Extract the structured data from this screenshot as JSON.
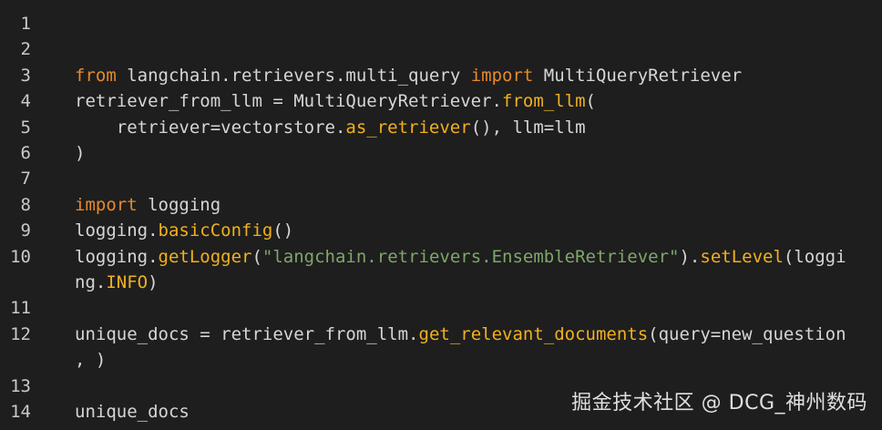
{
  "colors": {
    "background": "#1e1e1e",
    "keyword": "#e58a2e",
    "function": "#f2b01e",
    "string": "#7fa66a",
    "text": "#d6d6d6"
  },
  "lines": [
    {
      "num": "1",
      "tokens": []
    },
    {
      "num": "2",
      "tokens": []
    },
    {
      "num": "3",
      "tokens": [
        {
          "t": "from",
          "k": "kw"
        },
        {
          "t": " langchain.retrievers.multi_query ",
          "k": "plain"
        },
        {
          "t": "import",
          "k": "kw"
        },
        {
          "t": " MultiQueryRetriever",
          "k": "plain"
        }
      ]
    },
    {
      "num": "4",
      "tokens": [
        {
          "t": "retriever_from_llm = MultiQueryRetriever.",
          "k": "plain"
        },
        {
          "t": "from_llm",
          "k": "fn"
        },
        {
          "t": "(",
          "k": "plain"
        }
      ]
    },
    {
      "num": "5",
      "tokens": [
        {
          "t": "    retriever=vectorstore.",
          "k": "plain"
        },
        {
          "t": "as_retriever",
          "k": "fn"
        },
        {
          "t": "(), llm=llm",
          "k": "plain"
        }
      ]
    },
    {
      "num": "6",
      "tokens": [
        {
          "t": ")",
          "k": "plain"
        }
      ]
    },
    {
      "num": "7",
      "tokens": []
    },
    {
      "num": "8",
      "tokens": [
        {
          "t": "import",
          "k": "kw"
        },
        {
          "t": " logging",
          "k": "plain"
        }
      ]
    },
    {
      "num": "9",
      "tokens": [
        {
          "t": "logging.",
          "k": "plain"
        },
        {
          "t": "basicConfig",
          "k": "fn"
        },
        {
          "t": "()",
          "k": "plain"
        }
      ]
    },
    {
      "num": "10",
      "tokens": [
        {
          "t": "logging.",
          "k": "plain"
        },
        {
          "t": "getLogger",
          "k": "fn"
        },
        {
          "t": "(",
          "k": "plain"
        },
        {
          "t": "\"langchain.retrievers.EnsembleRetriever\"",
          "k": "str"
        },
        {
          "t": ").",
          "k": "plain"
        },
        {
          "t": "setLevel",
          "k": "fn"
        },
        {
          "t": "(loggi",
          "k": "plain"
        }
      ]
    },
    {
      "num": "",
      "tokens": [
        {
          "t": "ng.",
          "k": "plain"
        },
        {
          "t": "INFO",
          "k": "fn"
        },
        {
          "t": ")",
          "k": "plain"
        }
      ]
    },
    {
      "num": "11",
      "tokens": []
    },
    {
      "num": "12",
      "tokens": [
        {
          "t": "unique_docs = retriever_from_llm.",
          "k": "plain"
        },
        {
          "t": "get_relevant_documents",
          "k": "fn"
        },
        {
          "t": "(query=new_question",
          "k": "plain"
        }
      ]
    },
    {
      "num": "",
      "tokens": [
        {
          "t": ", )",
          "k": "plain"
        }
      ]
    },
    {
      "num": "13",
      "tokens": []
    },
    {
      "num": "14",
      "tokens": [
        {
          "t": "unique_docs",
          "k": "plain"
        }
      ]
    }
  ],
  "watermark": "掘金技术社区 @ DCG_神州数码"
}
